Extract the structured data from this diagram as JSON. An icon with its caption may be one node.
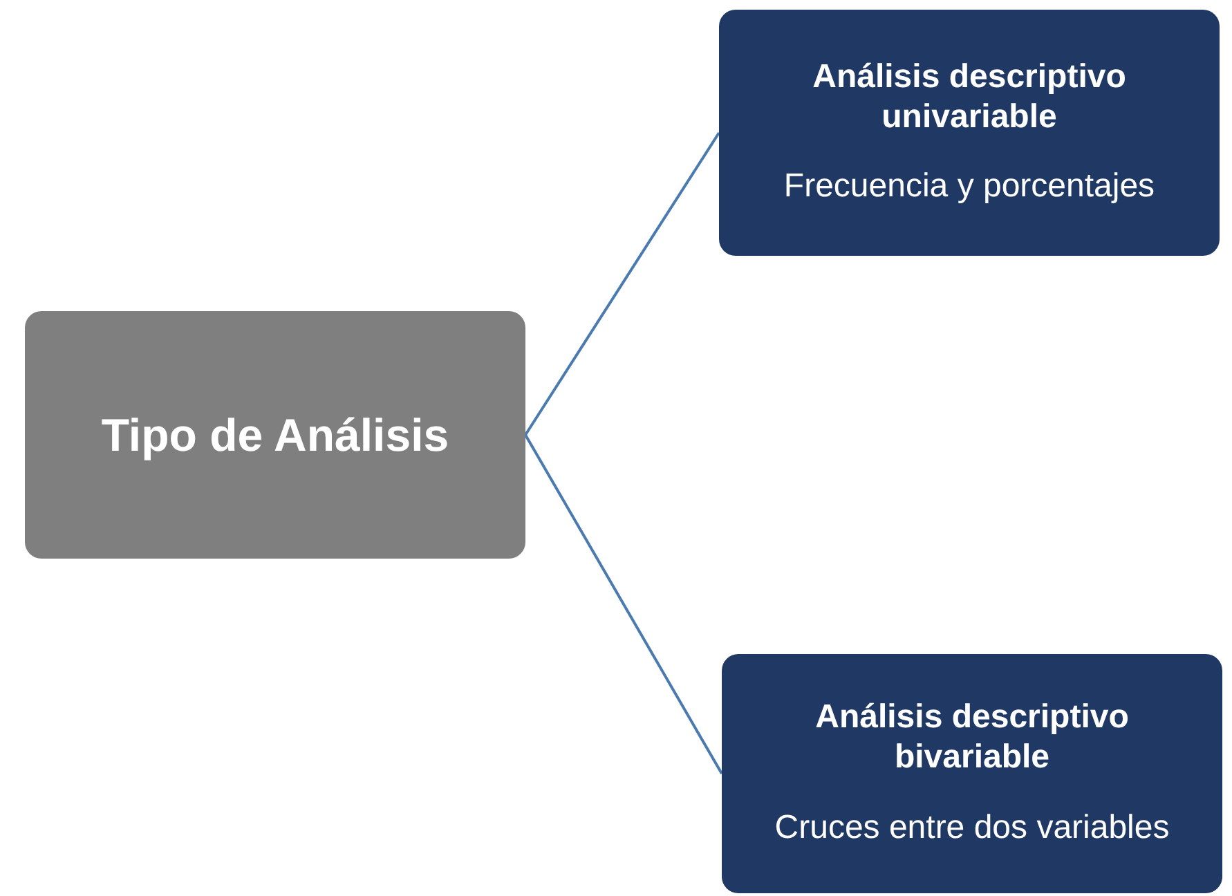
{
  "diagram": {
    "nodes": [
      {
        "text": [
          "Tipo de Análisis"
        ]
      },
      {
        "text": [
          "Análisis descriptivo univariable",
          "Frecuencia y porcentajes"
        ]
      },
      {
        "text": [
          "Análisis descriptivo bivariable",
          "Cruces entre dos variables"
        ]
      }
    ],
    "edges": [
      {
        "from": 0,
        "to": 1,
        "arrow": "none"
      },
      {
        "from": 0,
        "to": 2,
        "arrow": "none"
      }
    ]
  }
}
